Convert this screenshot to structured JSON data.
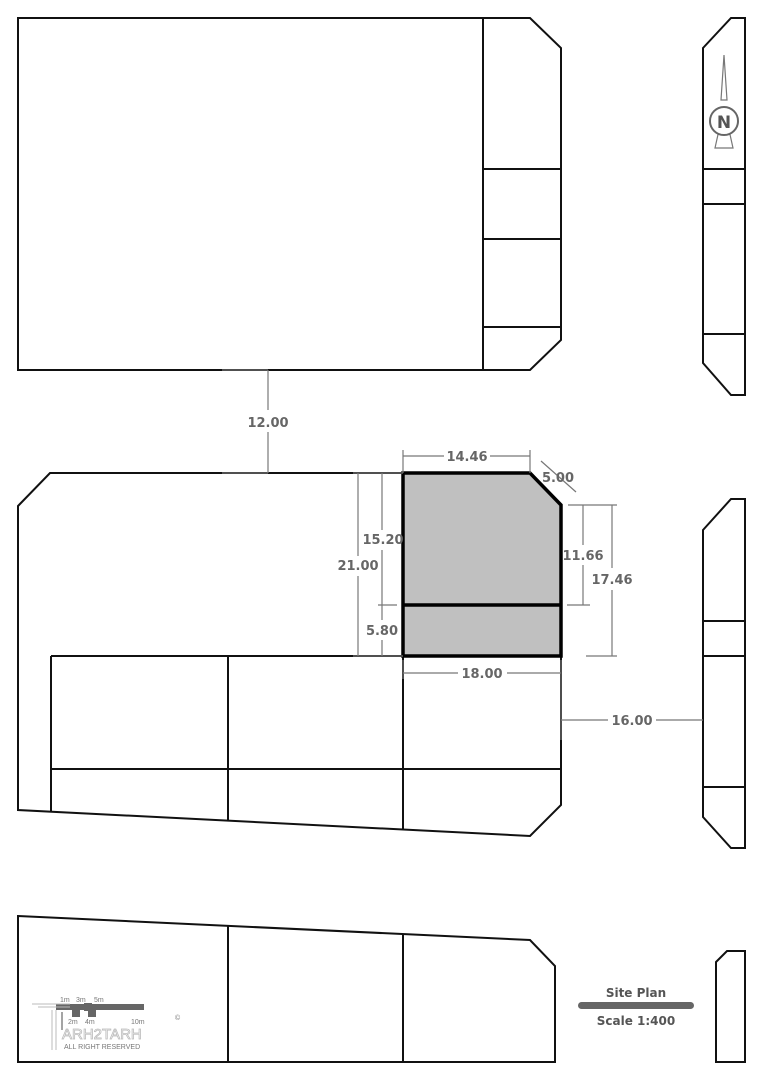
{
  "plan": {
    "dimensions": {
      "road_north": "12.00",
      "lot_top": "14.46",
      "lot_chamfer": "5.00",
      "lot_upper_depth": "15.20",
      "lot_total_depth": "21.00",
      "lot_lower_depth": "5.80",
      "lot_right_upper": "11.66",
      "lot_right_total": "17.46",
      "lot_width": "18.00",
      "road_east": "16.00"
    },
    "north_label": "N",
    "title": "Site Plan",
    "scale": "Scale 1:400",
    "scale_bar_labels": [
      "1m",
      "3m",
      "5m",
      "2m",
      "4m",
      "10m"
    ],
    "logo": {
      "name": "ARH2TARH",
      "rights": "ALL RIGHT RESERVED",
      "copyright": "©"
    },
    "colors": {
      "lot_fill": "#c0c0c0",
      "dimension": "#666666"
    }
  }
}
